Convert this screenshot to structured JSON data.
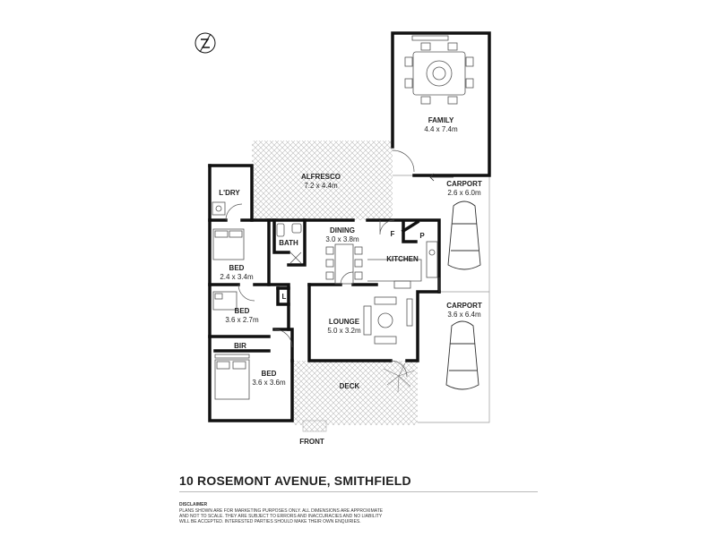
{
  "rooms": {
    "family": {
      "label": "FAMILY",
      "dims": "4.4 x 7.4m"
    },
    "alfresco": {
      "label": "ALFRESCO",
      "dims": "7.2 x 4.4m"
    },
    "carport1": {
      "label": "CARPORT",
      "dims": "2.6 x 6.0m"
    },
    "laundry": {
      "label": "L'DRY"
    },
    "dining": {
      "label": "DINING",
      "dims": "3.0 x 3.8m"
    },
    "bath": {
      "label": "BATH"
    },
    "kitchen": {
      "label": "KITCHEN"
    },
    "fridge": {
      "label": "F"
    },
    "pantry": {
      "label": "P"
    },
    "bed1": {
      "label": "BED",
      "dims": "2.4 x 3.4m"
    },
    "bed2": {
      "label": "BED",
      "dims": "3.6 x 2.7m"
    },
    "linen": {
      "label": "L"
    },
    "lounge": {
      "label": "LOUNGE",
      "dims": "5.0 x 3.2m"
    },
    "carport2": {
      "label": "CARPORT",
      "dims": "3.6 x 6.4m"
    },
    "bir": {
      "label": "BIR"
    },
    "bed3": {
      "label": "BED",
      "dims": "3.6 x 3.6m"
    },
    "deck": {
      "label": "DECK"
    },
    "front": {
      "label": "FRONT"
    }
  },
  "compass": {
    "letter": "N"
  },
  "address": "10 ROSEMONT AVENUE, SMITHFIELD",
  "disclaimer": {
    "title": "DISCLAIMER",
    "text": "PLANS SHOWN ARE FOR MARKETING PURPOSES ONLY. ALL DIMENSIONS ARE APPROXIMATE AND NOT TO SCALE. THEY ARE SUBJECT TO ERRORS AND INACCURACIES AND NO LIABILITY WILL BE ACCEPTED. INTERESTED PARTIES SHOULD MAKE THEIR OWN ENQUIRIES."
  },
  "colors": {
    "wall": "#111111",
    "hatch": "#bcbcbc",
    "fixture": "#555555"
  }
}
